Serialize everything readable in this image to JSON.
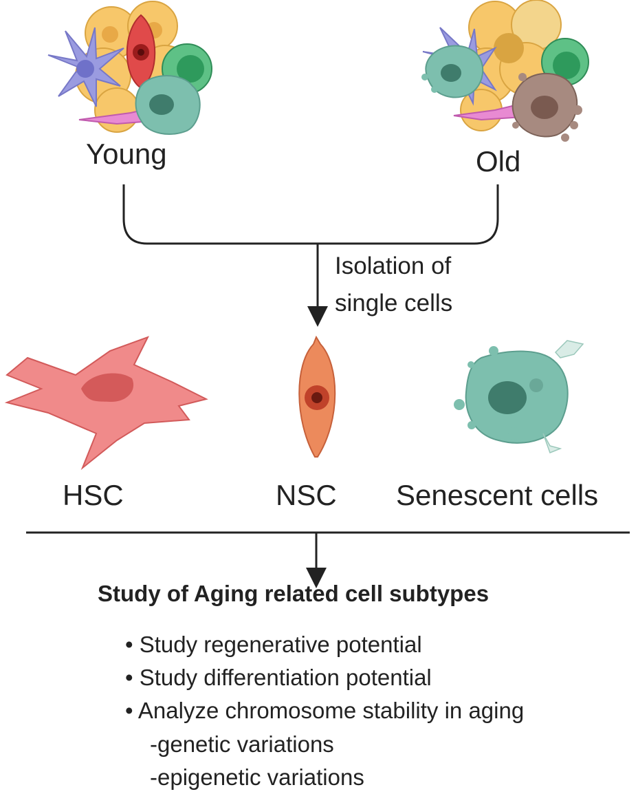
{
  "groups": {
    "young_label": "Young",
    "old_label": "Old"
  },
  "step": {
    "line1": "Isolation of",
    "line2": "single cells"
  },
  "cell_types": {
    "hsc_label": "HSC",
    "nsc_label": "NSC",
    "senescent_label": "Senescent cells"
  },
  "study": {
    "title": "Study of Aging related cell subtypes",
    "items": [
      "Study regenerative  potential",
      "Study differentiation potential",
      "Analyze chromosome stability in aging"
    ],
    "sub_items": [
      "-genetic variations",
      "-epigenetic variations"
    ],
    "bullet": "•"
  },
  "colors": {
    "hsc": "#f08a8a",
    "nsc": "#ec8a5c",
    "senescent": "#7dbfae",
    "adipocyte": "#f7c76a",
    "astrocyte": "#9a9be0",
    "green_cell": "#3aa66a",
    "dark_text": "#222222"
  }
}
